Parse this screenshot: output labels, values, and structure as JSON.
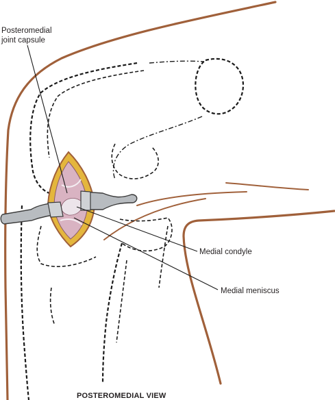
{
  "labels": {
    "capsule_line1": "Posteromedial",
    "capsule_line2": "joint capsule",
    "condyle": "Medial condyle",
    "meniscus": "Medial meniscus"
  },
  "caption": "POSTEROMEDIAL VIEW",
  "colors": {
    "skin": "#a0603a",
    "fat": "#e4b63d",
    "tissue": "#d9b3c2",
    "instrument": "#b8bcc0",
    "outline": "#1a1a1a"
  }
}
